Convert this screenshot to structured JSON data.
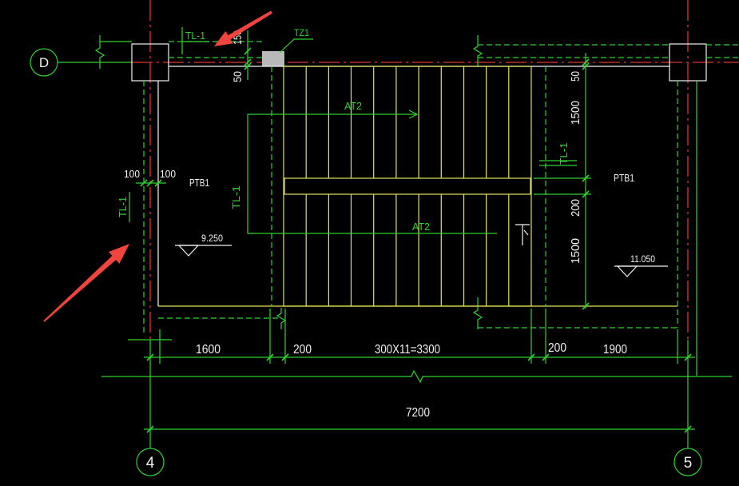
{
  "drawing": {
    "axes": {
      "row_d": "D",
      "col_4": "4",
      "col_5": "5"
    },
    "members": {
      "beam_top": "TL-1",
      "column_top": "TZ1",
      "beam_stair_left": "TL-1",
      "beam_wall_left": "TL-1",
      "beam_stair_right": "TL-1",
      "slab_left": "PTB1",
      "slab_right": "PTB1",
      "flight_upper": "AT2",
      "flight_lower": "AT2",
      "direction_mark": "下"
    },
    "levels": {
      "landing_left": "9.250",
      "landing_right": "11.050"
    },
    "dimensions": {
      "top": {
        "upper": "150",
        "lower": "50"
      },
      "right": [
        "50",
        "1500",
        "200",
        "1500"
      ],
      "wall": [
        "100",
        "100"
      ],
      "bottom": [
        "1600",
        "200",
        "300X11=3300",
        "200",
        "1900"
      ],
      "overall": "7200"
    }
  },
  "colors": {
    "background": "#000000",
    "cad_green": "#2fd22f",
    "axis_red": "#e03232",
    "stair_yellow": "#e2e25a",
    "line_white": "#f2f2f2",
    "column_gray": "#b9b9b9",
    "annotation_red": "#f2443c"
  }
}
